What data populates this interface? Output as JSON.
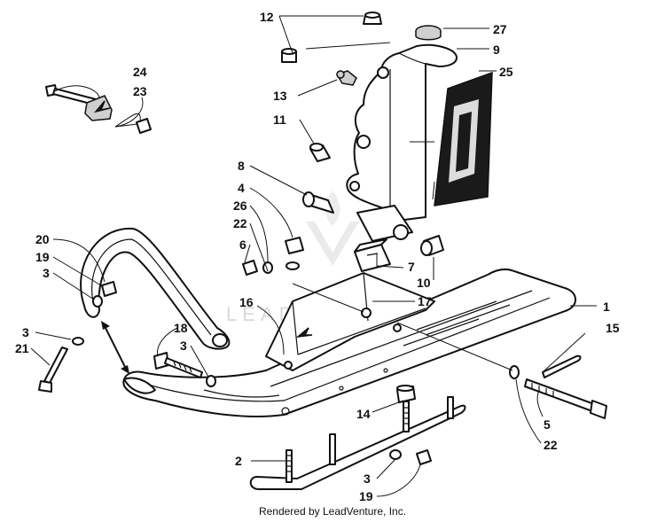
{
  "watermark": "LEADVENTURE",
  "footer": "Rendered by LeadVenture, Inc.",
  "callouts": {
    "c1": "1",
    "c2": "2",
    "c3a": "3",
    "c3b": "3",
    "c3c": "3",
    "c3d": "3",
    "c4": "4",
    "c5": "5",
    "c6": "6",
    "c7": "7",
    "c8": "8",
    "c9": "9",
    "c10": "10",
    "c11": "11",
    "c12": "12",
    "c13": "13",
    "c14": "14",
    "c15": "15",
    "c16": "16",
    "c17": "17",
    "c18": "18",
    "c19a": "19",
    "c19b": "19",
    "c20": "20",
    "c21": "21",
    "c22a": "22",
    "c22b": "22",
    "c23": "23",
    "c24": "24",
    "c25": "25",
    "c26": "26",
    "c27": "27"
  },
  "colors": {
    "line": "#111111",
    "watermark": "#d9d9d9",
    "background": "#ffffff"
  },
  "icons": {
    "watermark_logo": "flame-chevron-logo"
  }
}
